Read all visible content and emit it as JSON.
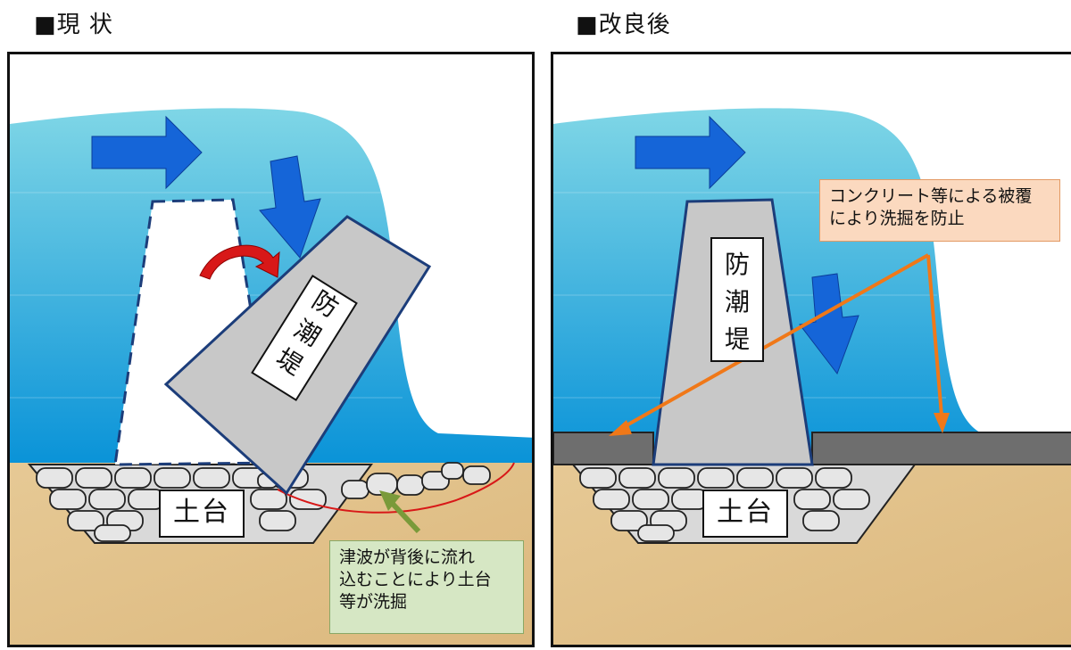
{
  "headings": {
    "current": "■現 状",
    "improved": "■改良後"
  },
  "current": {
    "seawall_label": [
      "防",
      "潮",
      "堤"
    ],
    "base_label": "土台",
    "callout": [
      "津波が背後に流れ",
      "込むことにより土台",
      "等が洗掘"
    ]
  },
  "improved": {
    "seawall_label": [
      "防",
      "潮",
      "堤"
    ],
    "base_label": "土台",
    "callout": [
      "コンクリート等による被覆",
      "により洗掘を防止"
    ]
  },
  "colors": {
    "water_top": "#7fd6e6",
    "water_bottom": "#0a93d8",
    "arrow_blue": "#1565d8",
    "seawall_gray": "#c8c8c8",
    "sand": "#e2c48f",
    "orange_arrow": "#f07818",
    "green_arrow": "#7a9a3a",
    "red_rotation": "#d81818"
  }
}
